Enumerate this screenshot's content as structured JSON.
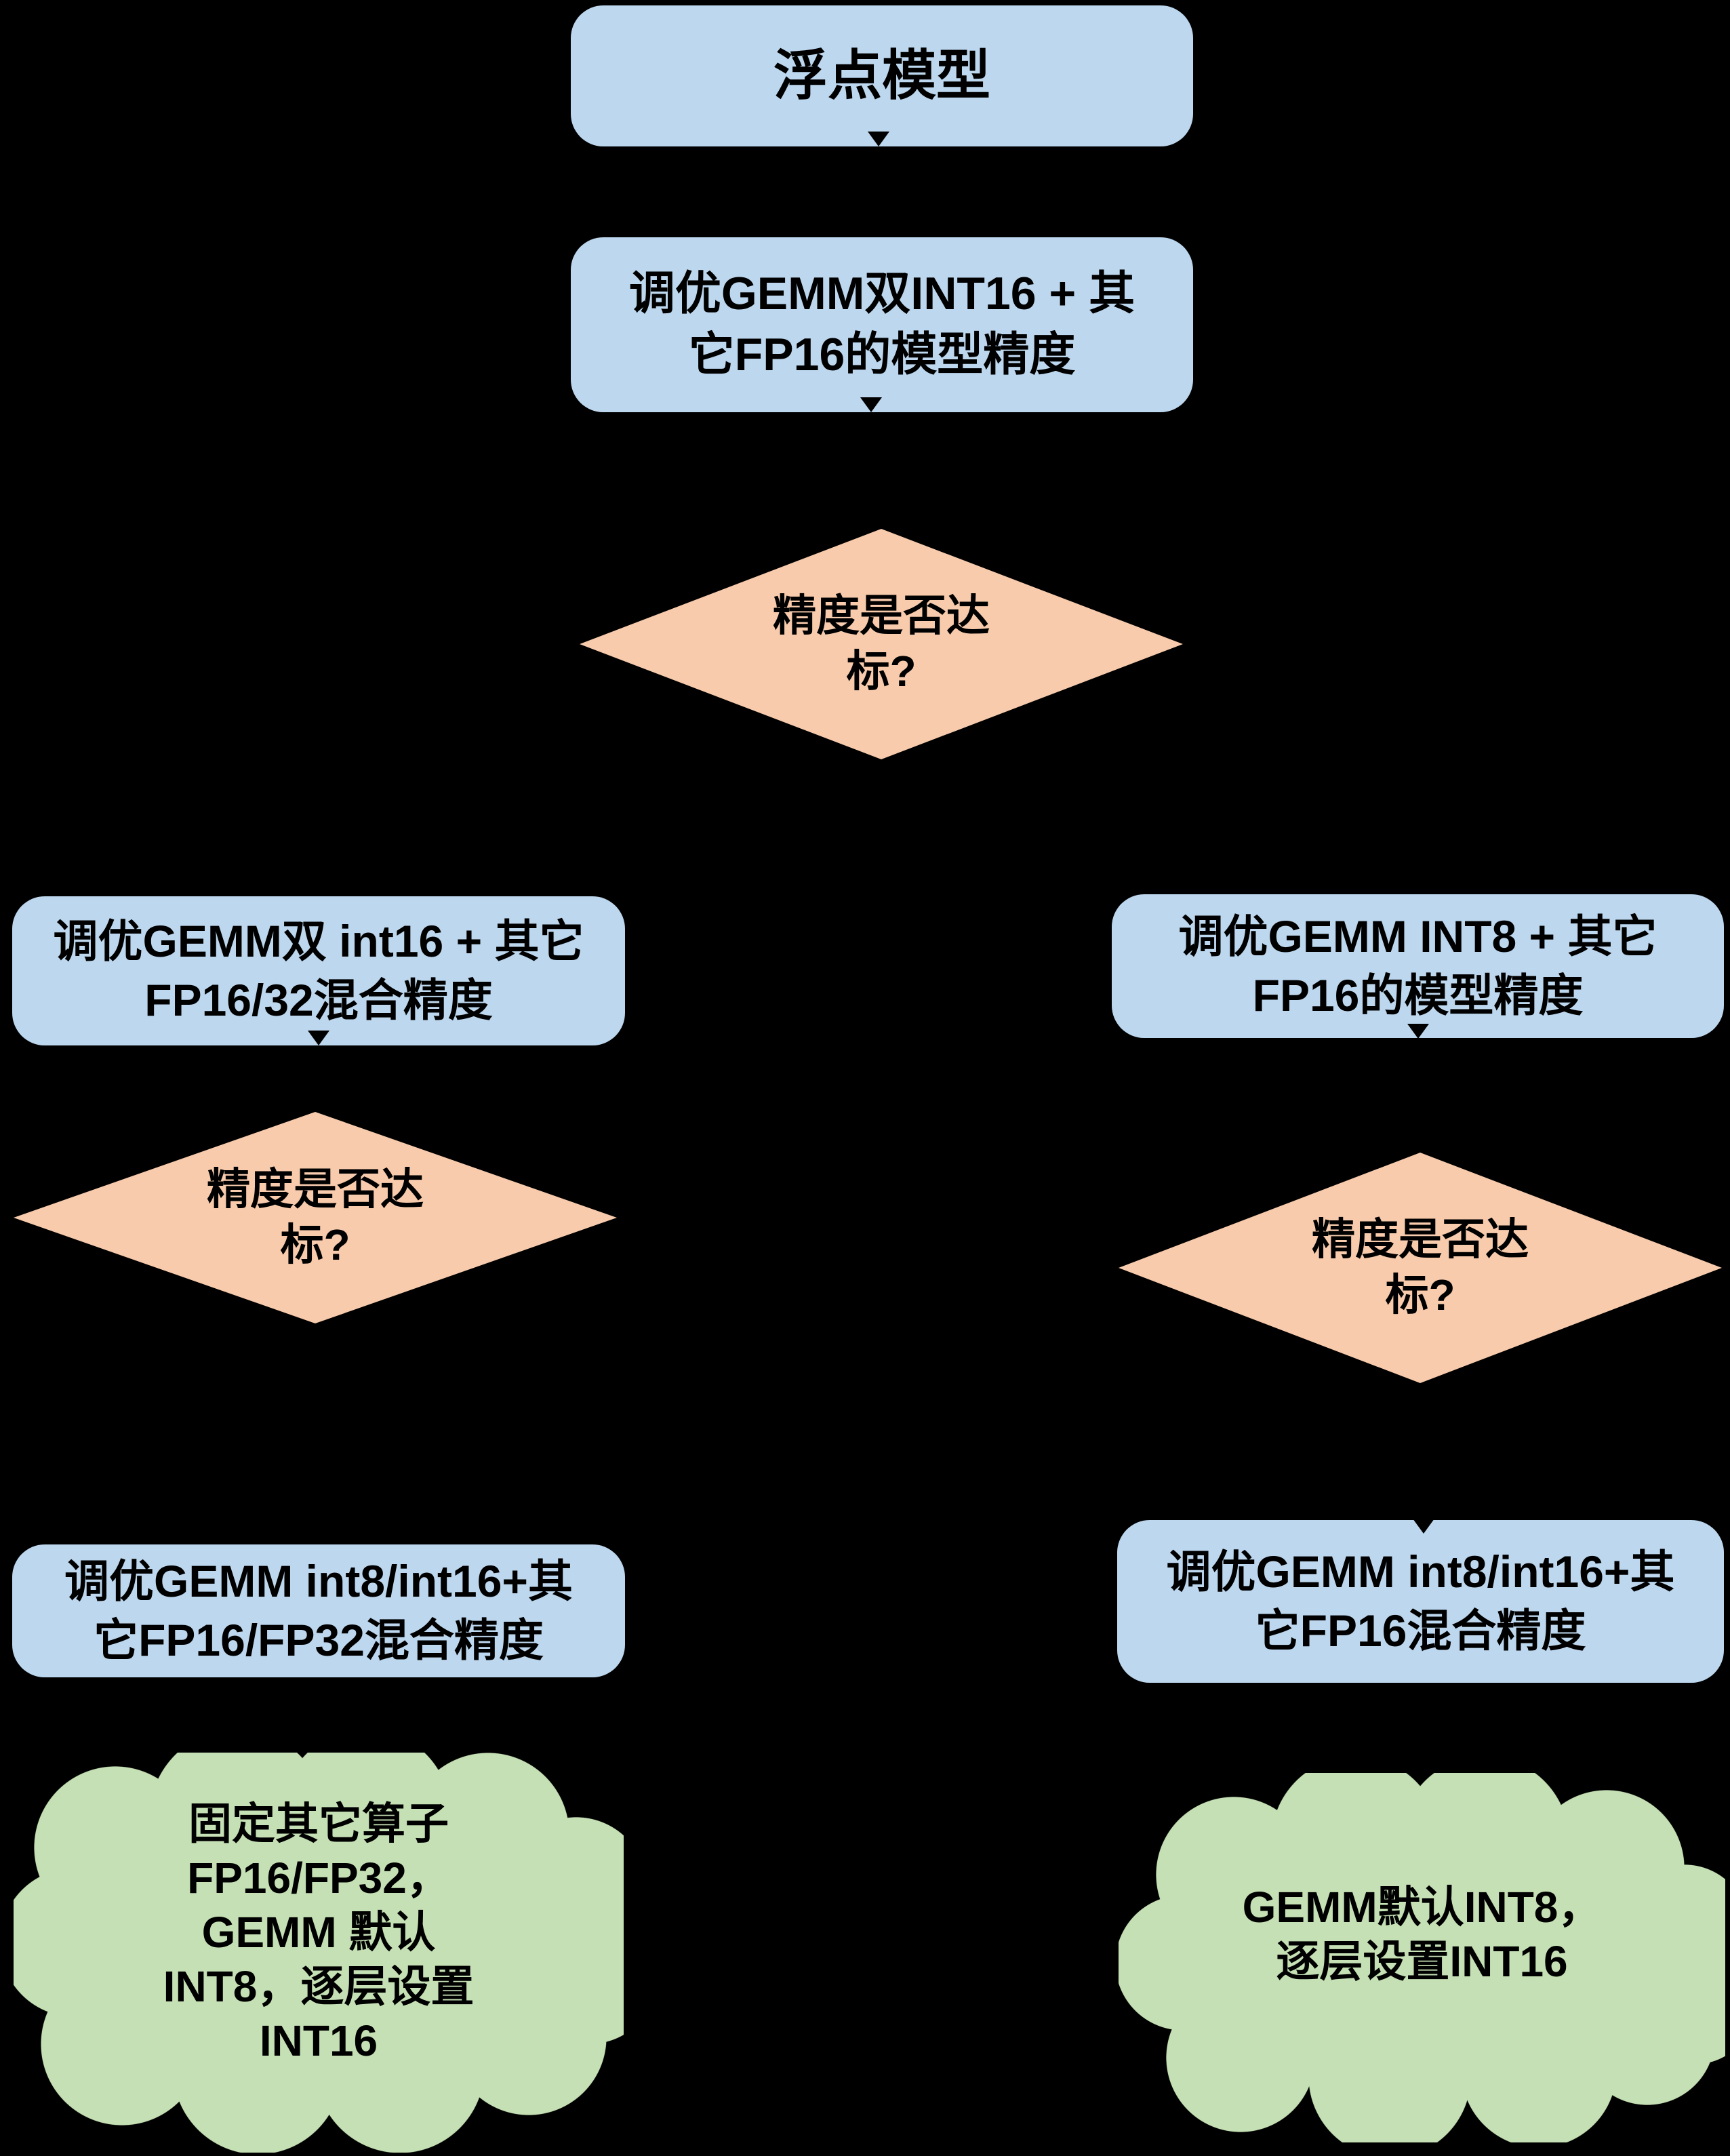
{
  "palette": {
    "background": "#000000",
    "process_fill": "#BDD7EE",
    "decision_fill": "#F8CBAD",
    "cloud_fill": "#C5E0B4",
    "text_color": "#000000"
  },
  "nodes": {
    "start": {
      "type": "process",
      "lines": [
        "浮点模型"
      ]
    },
    "tune_int16": {
      "type": "process",
      "lines": [
        "调优GEMM双INT16 + 其",
        "它FP16的模型精度"
      ]
    },
    "decision_top": {
      "type": "decision",
      "lines": [
        "精度是否达",
        "标?"
      ]
    },
    "left_mid": {
      "type": "process",
      "lines": [
        "调优GEMM双 int16 + 其它",
        "FP16/32混合精度"
      ]
    },
    "right_mid": {
      "type": "process",
      "lines": [
        "调优GEMM INT8 + 其它",
        "FP16的模型精度"
      ]
    },
    "decision_left": {
      "type": "decision",
      "lines": [
        "精度是否达",
        "标?"
      ]
    },
    "decision_right": {
      "type": "decision",
      "lines": [
        "精度是否达",
        "标?"
      ]
    },
    "left_bottom": {
      "type": "process",
      "lines": [
        "调优GEMM int8/int16+其",
        "它FP16/FP32混合精度"
      ]
    },
    "right_bottom": {
      "type": "process",
      "lines": [
        "调优GEMM int8/int16+其",
        "它FP16混合精度"
      ]
    },
    "cloud_left": {
      "type": "cloud",
      "lines": [
        "固定其它算子",
        "FP16/FP32，",
        "GEMM 默认",
        "INT8，逐层设置",
        "INT16"
      ]
    },
    "cloud_right": {
      "type": "cloud",
      "lines": [
        "GEMM默认INT8，",
        "逐层设置INT16"
      ]
    }
  }
}
